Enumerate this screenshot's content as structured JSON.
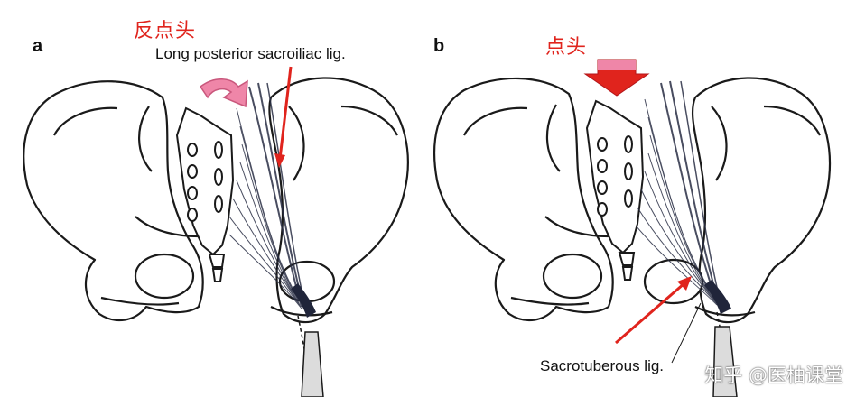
{
  "panels": [
    {
      "letter": "a",
      "chinese_label": "反点头",
      "ligament_label": "Long posterior sacroiliac lig."
    },
    {
      "letter": "b",
      "chinese_label": "点头",
      "ligament_label": "Sacrotuberous lig."
    }
  ],
  "watermark": "知乎 @医柚课堂",
  "colors": {
    "annotation_red": "#e0241d",
    "pink_arrow": "#ef86a8",
    "bone_outline": "#1a1a1a",
    "ligament_dark": "#2a2f45"
  },
  "icons": {
    "panel_a_force": "counter-nutation-curved-arrow",
    "panel_b_force": "nutation-down-arrow"
  }
}
